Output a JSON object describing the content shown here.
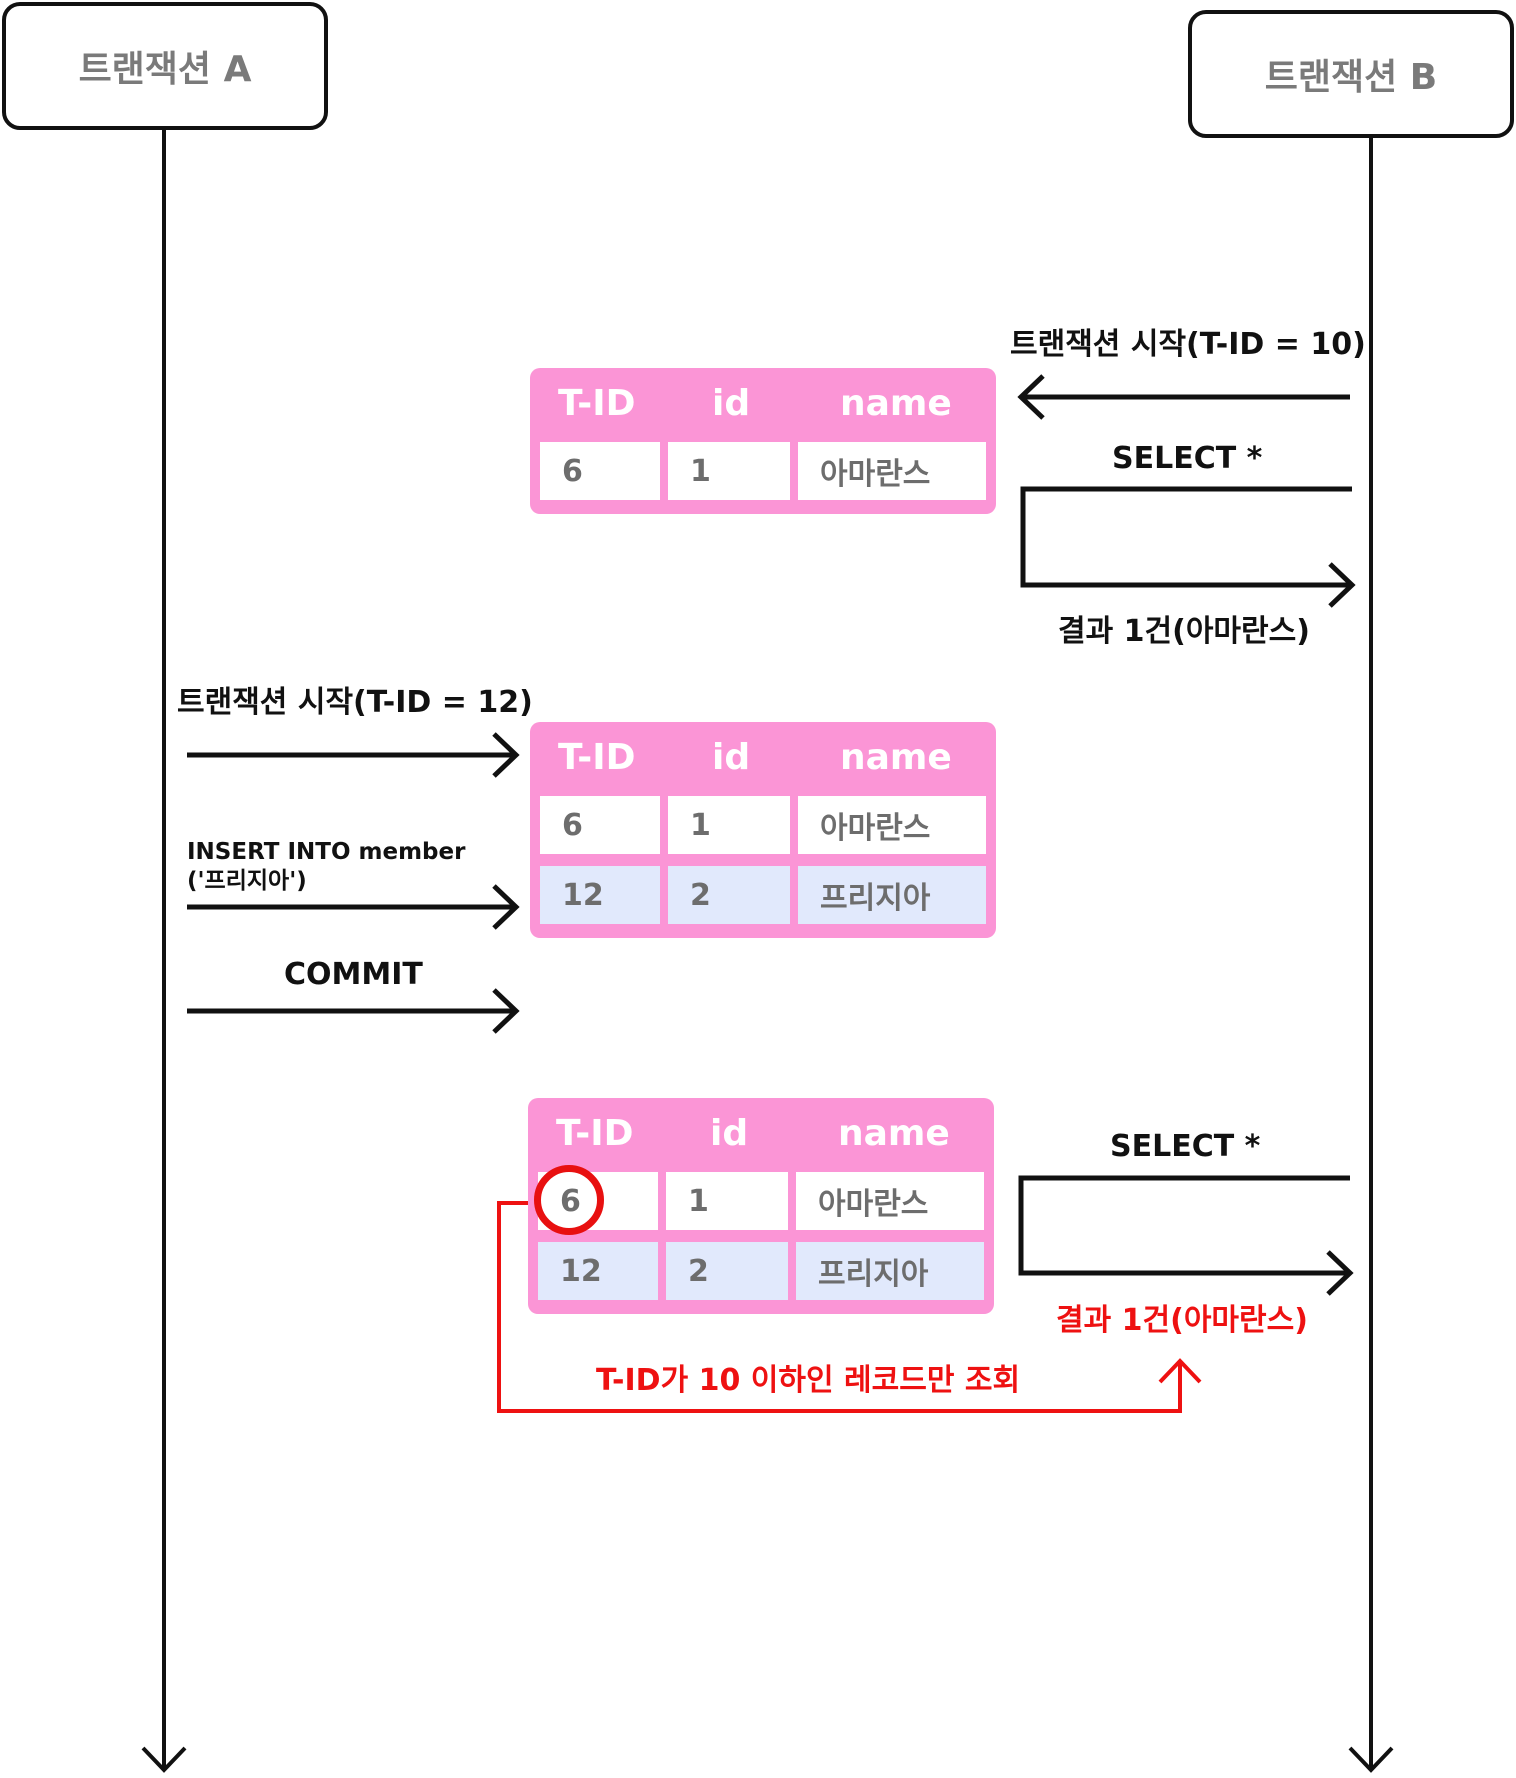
{
  "transactions": [
    {
      "name": "트랜잭션 A"
    },
    {
      "name": "트랜잭션 B"
    }
  ],
  "labels": {
    "b_start": "트랜잭션 시작(T-ID = 10)",
    "b_select_1": "SELECT *",
    "b_result_1": "결과 1건(아마란스)",
    "a_start": "트랜잭션 시작(T-ID = 12)",
    "a_insert_line1": "INSERT INTO member",
    "a_insert_line2": "('프리지아')",
    "a_commit": "COMMIT",
    "b_select_2": "SELECT *",
    "b_result_2": "결과 1건(아마란스)",
    "note": "T-ID가 10 이하인 레코드만 조회"
  },
  "table_headers": [
    "T-ID",
    "id",
    "name"
  ],
  "snapshots": [
    {
      "rows": [
        [
          "6",
          "1",
          "아마란스"
        ]
      ]
    },
    {
      "rows": [
        [
          "6",
          "1",
          "아마란스"
        ],
        [
          "12",
          "2",
          "프리지아"
        ]
      ]
    },
    {
      "rows": [
        [
          "6",
          "1",
          "아마란스"
        ],
        [
          "12",
          "2",
          "프리지아"
        ]
      ]
    }
  ],
  "highlight_value": "6",
  "colors": {
    "table_pink": "#fb95d6",
    "new_row": "#e1e9fc",
    "highlight_red": "#ee1111",
    "line": "#111111"
  }
}
